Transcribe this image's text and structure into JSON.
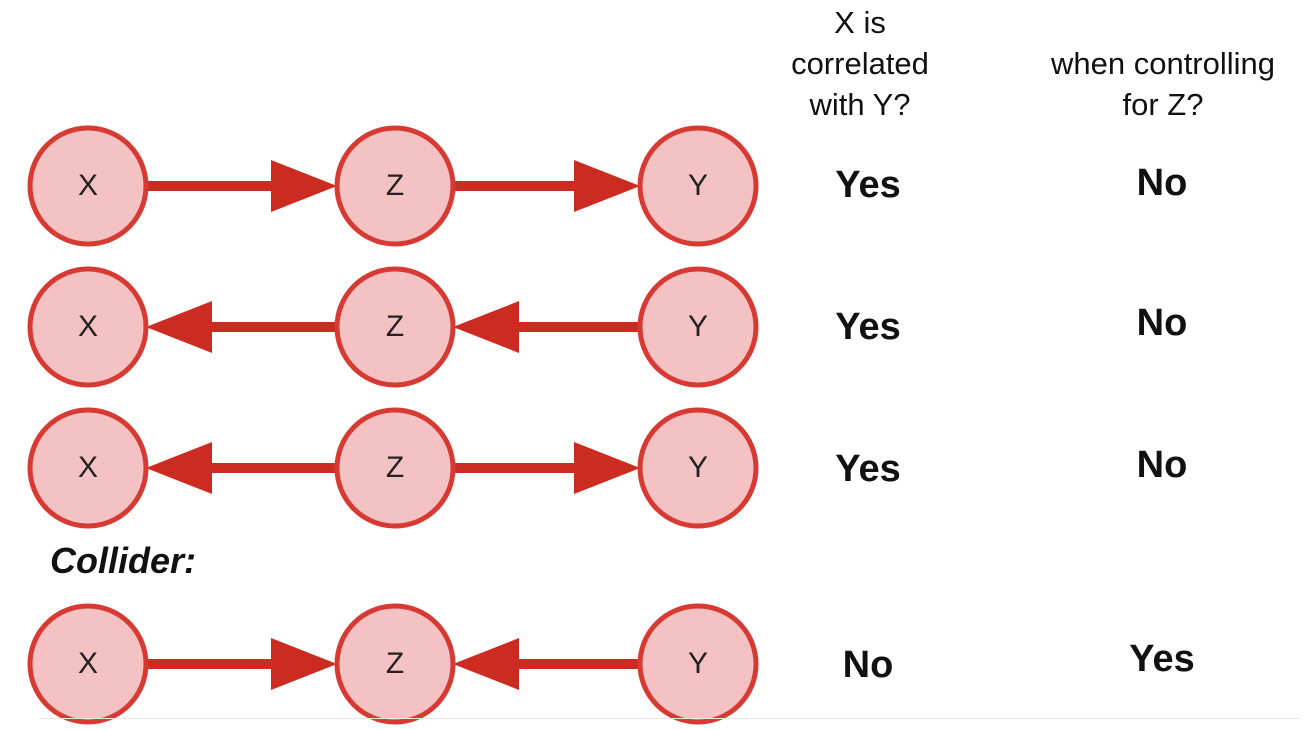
{
  "headers": {
    "correlated": [
      "X is",
      "correlated",
      "with Y?"
    ],
    "controlling": [
      "when controlling",
      "for Z?"
    ]
  },
  "collider_label": "Collider:",
  "colors": {
    "node_fill": "#f4c2c2",
    "node_stroke": "#d63a33",
    "edge": "#cc2b22",
    "text": "#111111"
  },
  "rows": [
    {
      "nodes": [
        "X",
        "Z",
        "Y"
      ],
      "edges": [
        "right",
        "right"
      ],
      "correlated": "Yes",
      "controlling": "No"
    },
    {
      "nodes": [
        "X",
        "Z",
        "Y"
      ],
      "edges": [
        "left",
        "left"
      ],
      "correlated": "Yes",
      "controlling": "No"
    },
    {
      "nodes": [
        "X",
        "Z",
        "Y"
      ],
      "edges": [
        "left",
        "right"
      ],
      "correlated": "Yes",
      "controlling": "No"
    },
    {
      "nodes": [
        "X",
        "Z",
        "Y"
      ],
      "edges": [
        "right",
        "left"
      ],
      "correlated": "No",
      "controlling": "Yes"
    }
  ]
}
